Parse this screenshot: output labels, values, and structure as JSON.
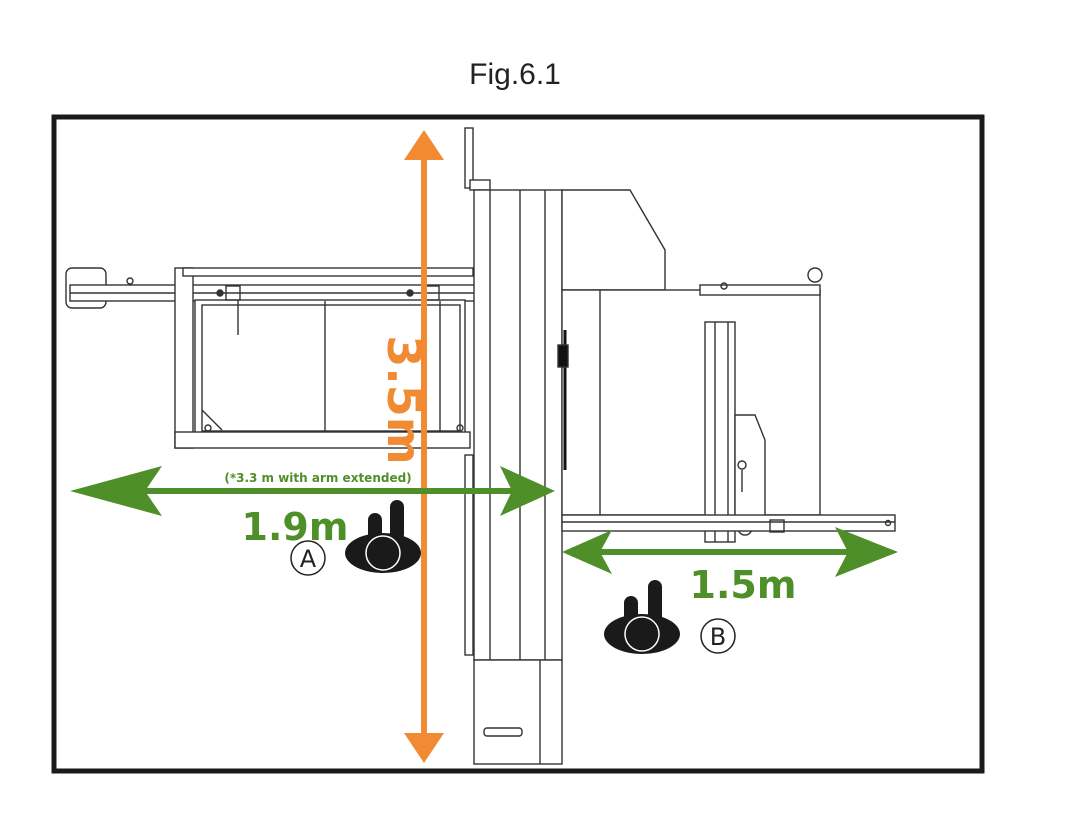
{
  "figure": {
    "title": "Fig.6.1"
  },
  "dimensions": {
    "height": "3.5m",
    "width_a": "1.9m",
    "width_a_note": "(*3.3 m with arm extended)",
    "width_b": "1.5m"
  },
  "operators": {
    "a": "A",
    "b": "B"
  },
  "colors": {
    "green": "#4f8f2a",
    "orange": "#f08a33",
    "frame": "#1a1a1a"
  }
}
